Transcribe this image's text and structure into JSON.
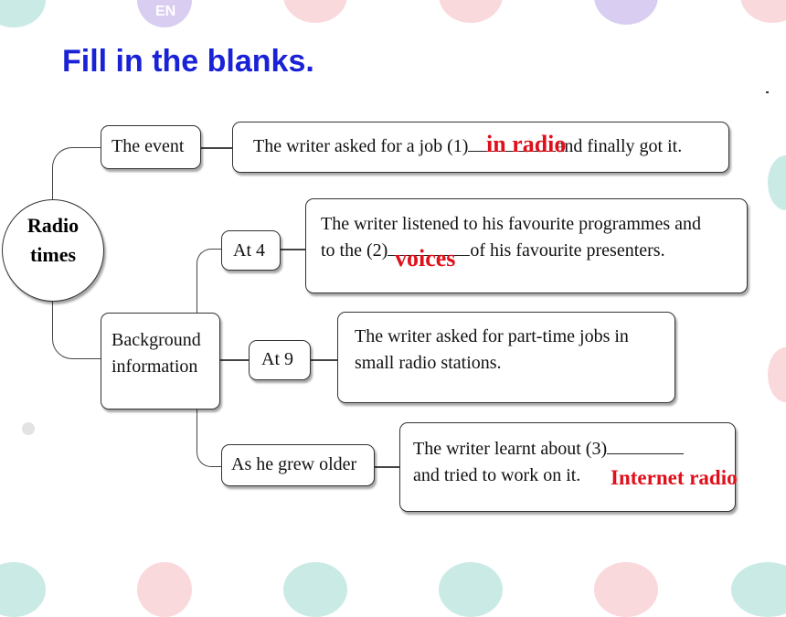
{
  "title": "Fill in the blanks.",
  "badge": "EN",
  "root": {
    "line1": "Radio",
    "line2": "times"
  },
  "event": {
    "label": "The event",
    "text_before": "The writer asked for a job (1)",
    "text_after": "and finally got it.",
    "answer": "in radio"
  },
  "background": {
    "line1": "Background",
    "line2": "information"
  },
  "at4": {
    "label": "At 4",
    "line1": "The writer listened to his favourite programmes and",
    "line2_before": "to the (2)",
    "line2_after": "of his favourite presenters.",
    "answer": "voices"
  },
  "at9": {
    "label": "At 9",
    "line1": "The writer asked for part-time jobs in",
    "line2": "small radio stations."
  },
  "older": {
    "label": "As he grew older",
    "line1": "The writer learnt about (3)",
    "line2": "and tried to work on it.",
    "answer": "Internet radio"
  },
  "colors": {
    "title": "#1a22d6",
    "answer": "#e0101b"
  }
}
